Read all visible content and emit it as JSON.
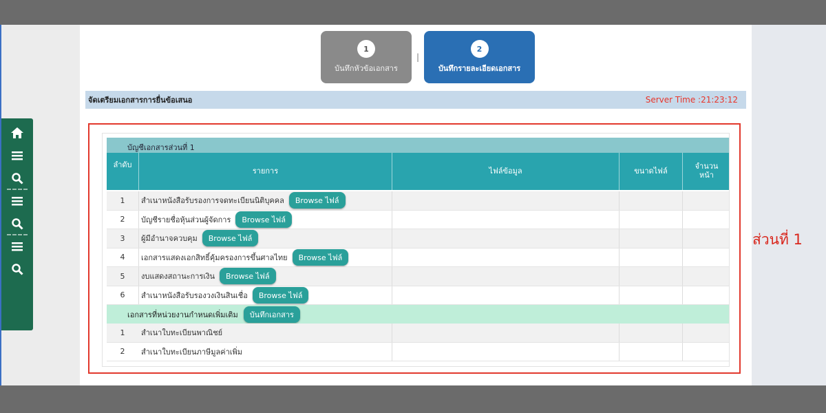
{
  "steps": [
    {
      "number": "1",
      "label": "บันทึกหัวข้อเอกสาร",
      "active": false
    },
    {
      "number": "2",
      "label": "บันทึกรายละเอียดเอกสาร",
      "active": true
    }
  ],
  "step_divider": "|",
  "header": {
    "title": "จัดเตรียมเอกสารการยื่นข้อเสนอ",
    "server_time": "Server Time :21:23:12"
  },
  "table": {
    "caption": "บัญชีเอกสารส่วนที่ 1",
    "columns": {
      "no": "ลำดับ",
      "item": "รายการ",
      "file": "ไฟล์ข้อมูล",
      "size": "ขนาดไฟล์",
      "pages": "จำนวน หน้า"
    },
    "browse_label": "Browse ไฟล์",
    "rows": [
      {
        "no": "1",
        "item": "สำเนาหนังสือรับรองการจดทะเบียนนิติบุคคล"
      },
      {
        "no": "2",
        "item": "บัญชีรายชื่อหุ้นส่วนผู้จัดการ"
      },
      {
        "no": "3",
        "item": "ผู้มีอำนาจควบคุม"
      },
      {
        "no": "4",
        "item": "เอกสารแสดงเอกสิทธิ์คุ้มครองการขึ้นศาลไทย"
      },
      {
        "no": "5",
        "item": "งบแสดงสถานะการเงิน"
      },
      {
        "no": "6",
        "item": "สำเนาหนังสือรับรองวงเงินสินเชื่อ"
      }
    ],
    "extra_section": {
      "label": "เอกสารที่หน่วยงานกำหนดเพิ่มเติม",
      "button": "บันทึกเอกสาร"
    },
    "extra_rows": [
      {
        "no": "1",
        "item": "สำเนาใบทะเบียนพาณิชย์"
      },
      {
        "no": "2",
        "item": "สำเนาใบทะเบียนภาษีมูลค่าเพิ่ม"
      }
    ]
  },
  "section_label": "ส่วนที่ 1",
  "nav_icons": [
    "home-icon",
    "menu-icon",
    "search-icon",
    "menu-icon",
    "search-icon",
    "menu-icon",
    "search-icon"
  ],
  "colors": {
    "accent": "#29a4ae",
    "step_active": "#2a6fb4",
    "highlight": "#e2382c",
    "nav": "#1d6b4f"
  }
}
